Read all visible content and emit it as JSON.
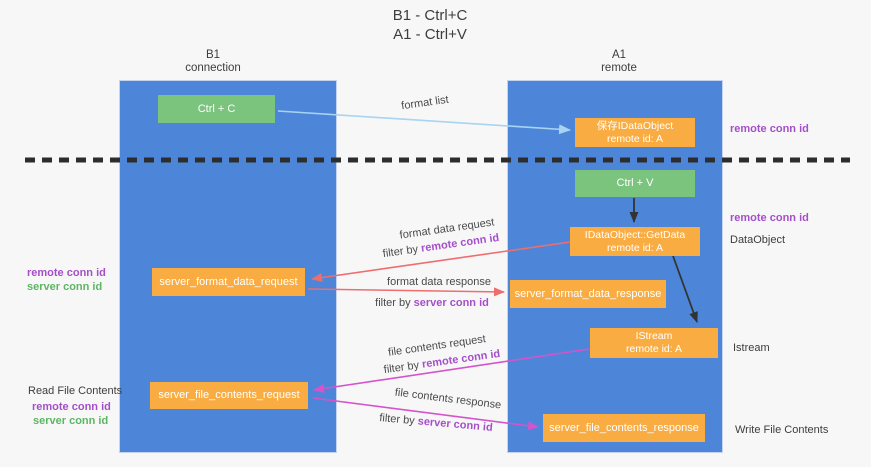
{
  "title": {
    "line1": "B1 - Ctrl+C",
    "line2": "A1 - Ctrl+V"
  },
  "lanes": {
    "left": {
      "name": "B1",
      "role": "connection"
    },
    "right": {
      "name": "A1",
      "role": "remote"
    }
  },
  "boxes": {
    "ctrl_c": {
      "label": "Ctrl + C"
    },
    "ctrl_v": {
      "label": "Ctrl + V"
    },
    "save_idataobject": {
      "line1": "保存IDataObject",
      "line2": "remote id: A"
    },
    "getdata": {
      "line1": "IDataObject::GetData",
      "line2": "remote id: A"
    },
    "istream": {
      "line1": "IStream",
      "line2": "remote id: A"
    },
    "format_request": {
      "label": "server_format_data_request"
    },
    "format_response": {
      "label": "server_format_data_response"
    },
    "file_request": {
      "label": "server_file_contents_request"
    },
    "file_response": {
      "label": "server_file_contents_response"
    }
  },
  "flow_labels": {
    "format_list": "format list",
    "format_data_request": "format data request",
    "format_data_response": "format data response",
    "file_contents_request": "file contents request",
    "file_contents_response": "file contents response",
    "filter_by": "filter by",
    "remote_conn_id": "remote conn id",
    "server_conn_id": "server conn id"
  },
  "side_labels": {
    "left_format_remote": "remote conn id",
    "left_format_server": "server conn id",
    "read_file_contents": "Read File Contents",
    "left_file_remote": "remote conn id",
    "left_file_server": "server conn id",
    "right_top_remote": "remote conn id",
    "right_ctrlv_remote": "remote conn id",
    "dataobject": "DataObject",
    "istream": "Istream",
    "write_file_contents": "Write File Contents"
  },
  "colors": {
    "lane_blue": "#4d86d8",
    "box_green": "#7bc47e",
    "box_orange": "#f9ac42",
    "arrow_lightblue": "#a8d3f2",
    "arrow_red": "#ee6d6d",
    "arrow_magenta": "#d553cb",
    "arrow_black": "#333333",
    "text_purple": "#a54fc9",
    "text_green": "#5eb563",
    "text_dark": "#3d3d3d",
    "dashed_line": "#2d2d2d"
  }
}
